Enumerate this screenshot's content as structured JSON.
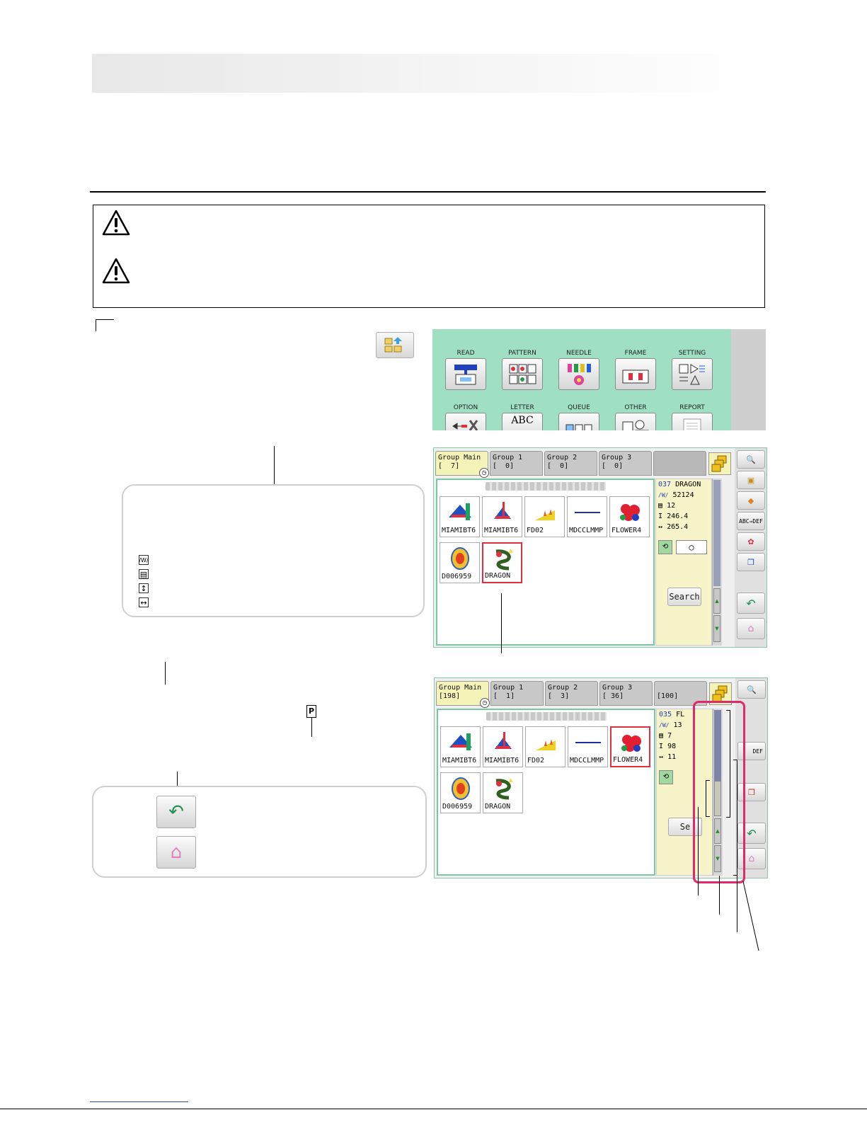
{
  "screen_menu": {
    "items": [
      {
        "label": "READ"
      },
      {
        "label": "PATTERN"
      },
      {
        "label": "NEEDLE"
      },
      {
        "label": "FRAME"
      },
      {
        "label": "SETTING"
      },
      {
        "label": "OPTION"
      },
      {
        "label": "LETTER",
        "icon_text": "ABC"
      },
      {
        "label": "QUEUE"
      },
      {
        "label": "OTHER"
      },
      {
        "label": "REPORT"
      }
    ]
  },
  "screen_list_1": {
    "tabs": [
      {
        "label": "Group Main\n[  7]"
      },
      {
        "label": "Group 1\n[  0]"
      },
      {
        "label": "Group 2\n[  0]"
      },
      {
        "label": "Group 3\n[  0]"
      }
    ],
    "designs": [
      {
        "name": "MIAMIBT6"
      },
      {
        "name": "MIAMIBT6"
      },
      {
        "name": "FD02"
      },
      {
        "name": "MDCCLMMP"
      },
      {
        "name": "FLOWER4"
      },
      {
        "name": "D006959"
      },
      {
        "name": "DRAGON"
      }
    ],
    "info": {
      "number": "037",
      "name": "DRAGON",
      "stitches": "52124",
      "colors": "12",
      "height": "246.4",
      "width": "265.4"
    },
    "search_label": "Search",
    "right_buttons": {
      "abc_def": "ABC⇒DEF"
    }
  },
  "screen_list_2": {
    "tabs": [
      {
        "label": "Group Main\n[198]"
      },
      {
        "label": "Group 1\n[  1]"
      },
      {
        "label": "Group 2\n[  3]"
      },
      {
        "label": "Group 3\n[ 36]"
      },
      {
        "label": "\n[100]"
      }
    ],
    "designs": [
      {
        "name": "MIAMIBT6"
      },
      {
        "name": "MIAMIBT6"
      },
      {
        "name": "FD02"
      },
      {
        "name": "MDCCLMMP"
      },
      {
        "name": "FLOWER4"
      },
      {
        "name": "D006959"
      },
      {
        "name": "DRAGON"
      }
    ],
    "info": {
      "number": "035",
      "name": "FL",
      "stitches": "13",
      "colors": "7",
      "height": "98",
      "width": "11"
    },
    "search_label": "Se",
    "right_buttons": {
      "abc_def": "DEF"
    }
  },
  "colors": {
    "menu_bg": "#9fe0c4",
    "tab_active": "#f4f4b8",
    "info_bg": "#f6f4c8",
    "highlight_red": "#e03040",
    "callout_frame": "#e0286a"
  }
}
